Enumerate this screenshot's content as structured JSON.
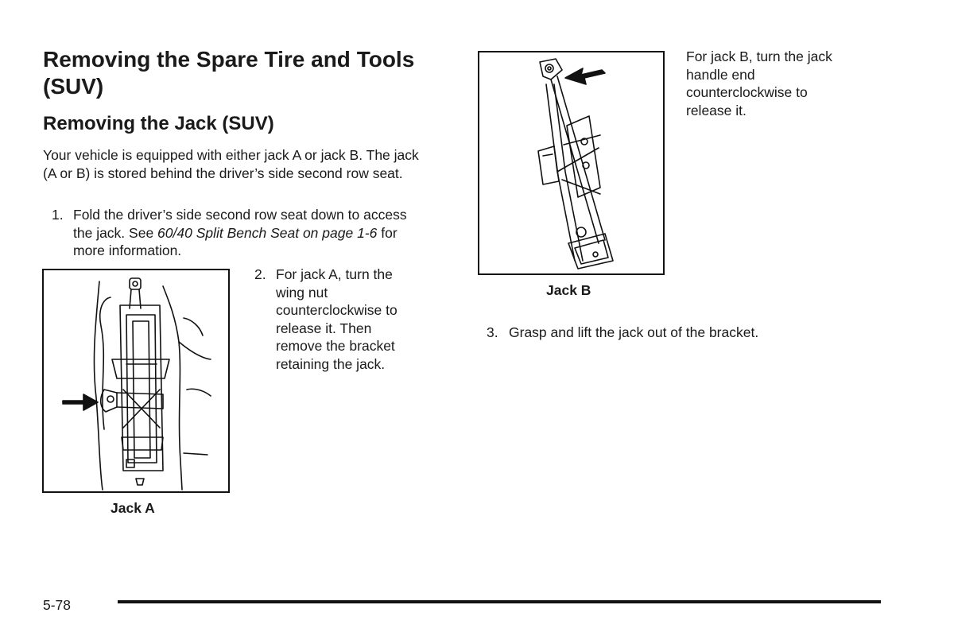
{
  "heading": "Removing the Spare Tire and Tools (SUV)",
  "subheading": "Removing the Jack (SUV)",
  "intro": "Your vehicle is equipped with either jack A or jack B. The jack (A or B) is stored behind the driver’s side second row seat.",
  "steps": [
    {
      "number": "1.",
      "text_before": "Fold the driver’s side second row seat down to access the jack. See ",
      "reference": "60/40 Split Bench Seat on page 1-6",
      "text_after": " for more information."
    },
    {
      "number": "2.",
      "text": "For jack A, turn the wing nut counterclockwise to release it. Then remove the bracket retaining the jack."
    },
    {
      "number": "3.",
      "text": "Grasp and lift the jack out of the bracket."
    }
  ],
  "figures": [
    {
      "caption": "Jack A",
      "icon": "jack-a-illustration"
    },
    {
      "caption": "Jack B",
      "icon": "jack-b-illustration"
    }
  ],
  "jack_b_note": "For jack B, turn the jack handle end counterclockwise to release it.",
  "footer": {
    "page_number": "5-78"
  },
  "colors": {
    "text": "#1a1a1a",
    "rule": "#111111",
    "background": "#ffffff"
  }
}
